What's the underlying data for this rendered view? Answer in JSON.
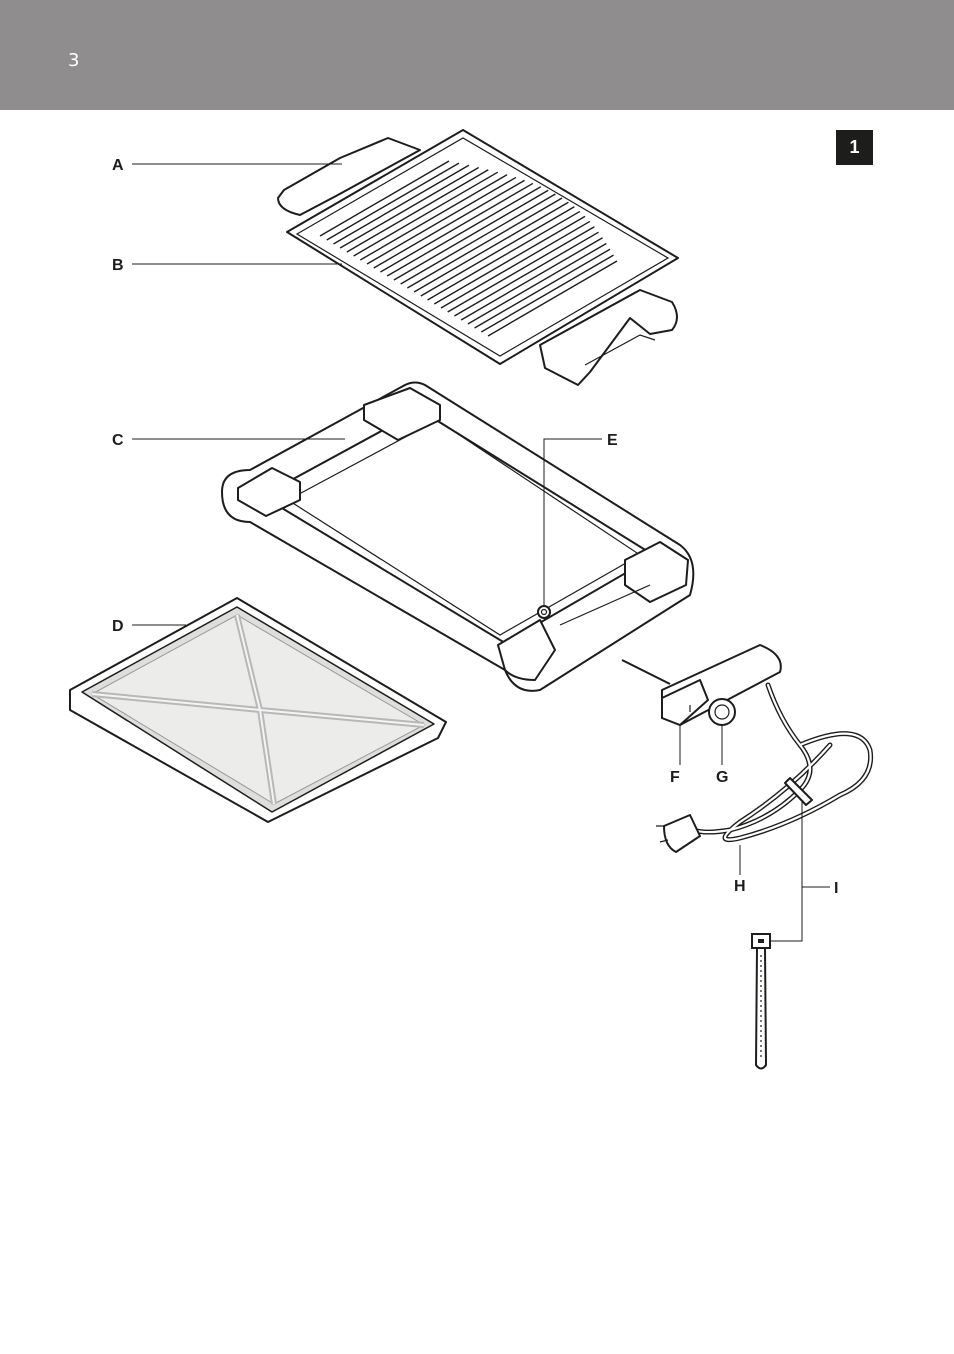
{
  "header": {
    "page_number": "3",
    "background": "#8f8d8d"
  },
  "figure": {
    "badge": "1"
  },
  "labels": {
    "a": "A",
    "b": "B",
    "c": "C",
    "d": "D",
    "e": "E",
    "f": "F",
    "g": "G",
    "h": "H",
    "i": "I"
  }
}
